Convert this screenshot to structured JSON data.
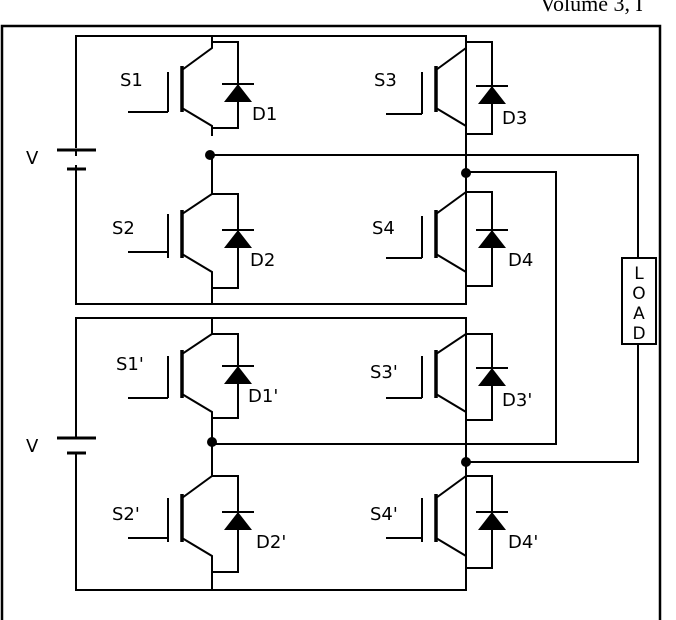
{
  "header": {
    "text": "Volume 3, I"
  },
  "labels": {
    "S1": "S1",
    "D1": "D1",
    "S3": "S3",
    "D3": "D3",
    "S2": "S2",
    "D2": "D2",
    "S4": "S4",
    "D4": "D4",
    "S1p": "S1'",
    "D1p": "D1'",
    "S3p": "S3'",
    "D3p": "D3'",
    "S2p": "S2'",
    "D2p": "D2'",
    "S4p": "S4'",
    "D4p": "D4'",
    "V_top": "V",
    "V_bottom": "V"
  },
  "load": {
    "letters": [
      "L",
      "O",
      "A",
      "D"
    ]
  }
}
